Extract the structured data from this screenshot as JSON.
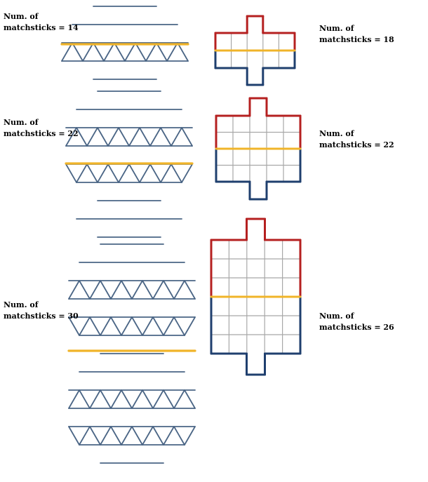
{
  "labels": {
    "tri_small_line1": "Num. of",
    "tri_small_line2": "matchsticks = 14",
    "tri_medium_line1": "Num. of",
    "tri_medium_line2": "matchsticks = 22",
    "tri_large_line1": "Num. of",
    "tri_large_line2": "matchsticks = 30",
    "sq_small_line1": "Num. of",
    "sq_small_line2": "matchsticks = 18",
    "sq_medium_line1": "Num. of",
    "sq_medium_line2": "matchsticks = 22",
    "sq_large_line1": "Num. of",
    "sq_large_line2": "matchsticks = 26"
  },
  "colors": {
    "triangle_stroke": "#4a6585",
    "grid_stroke": "#a8a8a8",
    "red_outline": "#b52020",
    "blue_outline": "#1f3f6e",
    "yellow_line": "#f0b429"
  },
  "figures": {
    "triangle_small_rows": 4,
    "triangle_medium_rows": 8,
    "triangle_large_rows": 12,
    "square_small": {
      "cols": 5,
      "rows": 2,
      "nub_cells": 1
    },
    "square_medium": {
      "cols": 5,
      "rows": 4,
      "nub_cells": 1
    },
    "square_large": {
      "cols": 5,
      "rows": 6,
      "nub_cells": 1
    }
  }
}
